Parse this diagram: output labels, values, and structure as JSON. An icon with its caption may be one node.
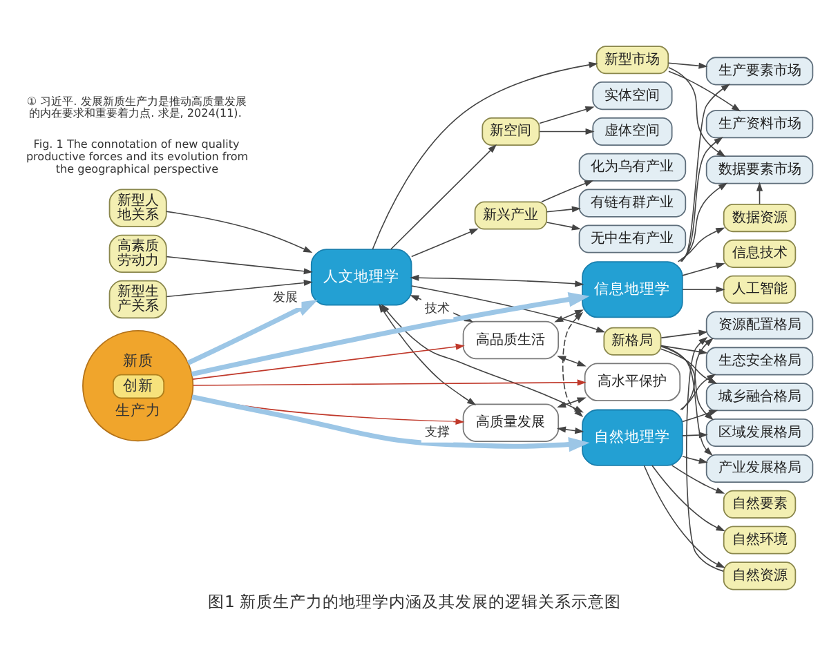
{
  "diagram": {
    "caption": "图1 新质生产力的地理学内涵及其发展的逻辑关系示意图",
    "nodes": [
      {
        "text": [
          "新型人地关系"
        ]
      },
      {
        "text": [
          "高素质劳动力"
        ]
      },
      {
        "text": [
          "新型生产关系"
        ]
      },
      {
        "text": [
          "人文地理学"
        ]
      },
      {
        "text": [
          "新空间"
        ]
      },
      {
        "text": [
          "新格局"
        ]
      },
      {
        "text": [
          "新兴产业"
        ]
      },
      {
        "text": [
          "新型市场"
        ]
      },
      {
        "text": [
          "实体空间"
        ]
      },
      {
        "text": [
          "虚体空间"
        ]
      },
      {
        "text": [
          "产业发展格局"
        ]
      },
      {
        "text": [
          "区域发展格局"
        ]
      },
      {
        "text": [
          "城乡融合格局"
        ]
      },
      {
        "text": [
          "生态安全格局"
        ]
      },
      {
        "text": [
          "资源配置格局"
        ]
      },
      {
        "text": [
          "无中生有产业"
        ]
      },
      {
        "text": [
          "化为乌有产业"
        ]
      },
      {
        "text": [
          "有链有群产业"
        ]
      },
      {
        "text": [
          "生产资料市场"
        ]
      },
      {
        "text": [
          "生产要素市场"
        ]
      },
      {
        "text": [
          "数据要素市场"
        ]
      },
      {
        "text": [
          "高质量发展"
        ]
      },
      {
        "text": [
          "新质",
          "创新",
          "生产力"
        ]
      },
      {
        "text": [
          "高品质生活"
        ]
      },
      {
        "text": [
          "自然地理学"
        ]
      },
      {
        "text": [
          "高水平保护"
        ]
      },
      {
        "text": [
          "信息地理学"
        ]
      },
      {
        "text": [
          "自然资源"
        ]
      },
      {
        "text": [
          "自然要素"
        ]
      },
      {
        "text": [
          "自然环境"
        ]
      },
      {
        "text": [
          "信息技术"
        ]
      },
      {
        "text": [
          "人工智能"
        ]
      },
      {
        "text": [
          "数据资源"
        ]
      }
    ],
    "edges": [
      {
        "from": 0,
        "to": 3,
        "arrow": "to"
      },
      {
        "from": 1,
        "to": 3,
        "arrow": "to"
      },
      {
        "from": 2,
        "to": 3,
        "arrow": "to"
      },
      {
        "from": 3,
        "to": 4,
        "arrow": "to"
      },
      {
        "from": 3,
        "to": 5,
        "arrow": "to"
      },
      {
        "from": 3,
        "to": 6,
        "arrow": "to"
      },
      {
        "from": 3,
        "to": 7,
        "arrow": "to"
      },
      {
        "from": 4,
        "to": 8,
        "arrow": "to"
      },
      {
        "from": 4,
        "to": 9,
        "arrow": "to"
      },
      {
        "from": 5,
        "to": 10,
        "arrow": "to"
      },
      {
        "from": 5,
        "to": 11,
        "arrow": "to"
      },
      {
        "from": 5,
        "to": 12,
        "arrow": "to"
      },
      {
        "from": 5,
        "to": 13,
        "arrow": "to"
      },
      {
        "from": 5,
        "to": 14,
        "arrow": "to"
      },
      {
        "from": 24,
        "to": 10,
        "arrow": "to"
      },
      {
        "from": 24,
        "to": 11,
        "arrow": "to"
      },
      {
        "from": 24,
        "to": 12,
        "arrow": "to"
      },
      {
        "from": 24,
        "to": 13,
        "arrow": "to"
      },
      {
        "from": 24,
        "to": 14,
        "arrow": "to"
      },
      {
        "from": 24,
        "to": 27,
        "arrow": "to"
      },
      {
        "from": 24,
        "to": 28,
        "arrow": "to"
      },
      {
        "from": 24,
        "to": 29,
        "arrow": "to"
      },
      {
        "from": 27,
        "to": 14,
        "arrow": "to"
      },
      {
        "from": 6,
        "to": 15,
        "arrow": "to"
      },
      {
        "from": 6,
        "to": 16,
        "arrow": "to"
      },
      {
        "from": 6,
        "to": 17,
        "arrow": "to"
      },
      {
        "from": 7,
        "to": 18,
        "arrow": "to"
      },
      {
        "from": 7,
        "to": 19,
        "arrow": "to"
      },
      {
        "from": 7,
        "to": 20,
        "arrow": "to"
      },
      {
        "from": 26,
        "to": 18,
        "arrow": "to"
      },
      {
        "from": 26,
        "to": 19,
        "arrow": "to"
      },
      {
        "from": 26,
        "to": 20,
        "arrow": "to"
      },
      {
        "from": 26,
        "to": 30,
        "arrow": "to"
      },
      {
        "from": 26,
        "to": 31,
        "arrow": "to"
      },
      {
        "from": 26,
        "to": 32,
        "arrow": "to"
      },
      {
        "from": 32,
        "to": 20,
        "arrow": "to"
      },
      {
        "from": 22,
        "to": 3,
        "arrow": "to",
        "label": "发展",
        "style": "thick",
        "color": "#9cc6e6"
      },
      {
        "from": 22,
        "to": 24,
        "arrow": "to",
        "label": "支撑",
        "style": "thick",
        "color": "#9cc6e6"
      },
      {
        "from": 22,
        "to": 26,
        "arrow": "to",
        "label": "技术",
        "style": "thick",
        "color": "#9cc6e6"
      },
      {
        "from": 22,
        "to": 21,
        "arrow": "to",
        "color": "#c0392b"
      },
      {
        "from": 22,
        "to": 23,
        "arrow": "to",
        "color": "#c0392b"
      },
      {
        "from": 22,
        "to": 25,
        "arrow": "to",
        "color": "#c0392b"
      },
      {
        "from": 3,
        "to": 21,
        "arrow": "both"
      },
      {
        "from": 3,
        "to": 24,
        "arrow": "both"
      },
      {
        "from": 3,
        "to": 23,
        "arrow": "both"
      },
      {
        "from": 3,
        "to": 26,
        "arrow": "both"
      },
      {
        "from": 21,
        "to": 24,
        "arrow": "both"
      },
      {
        "from": 21,
        "to": 25,
        "arrow": "both"
      },
      {
        "from": 23,
        "to": 26,
        "arrow": "both"
      },
      {
        "from": 23,
        "to": 25,
        "arrow": "both"
      },
      {
        "from": 24,
        "to": 26,
        "arrow": "both",
        "style": "dashed"
      }
    ],
    "labels": [
      "Fig. 1 The connotation of new quality productive forces and its evolution from the geographical perspective",
      "① 习近平. 发展新质生产力是推动高质量发展的内在要求和重要着力点. 求是, 2024(11)."
    ]
  }
}
